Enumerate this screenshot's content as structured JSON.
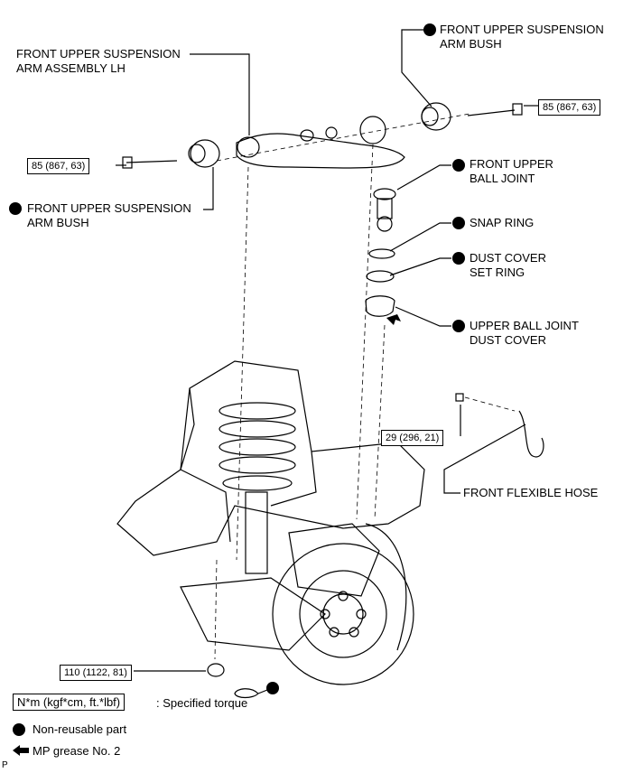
{
  "labels": {
    "arm_assembly": [
      "FRONT UPPER SUSPENSION",
      "ARM ASSEMBLY LH"
    ],
    "bush_right": [
      "FRONT UPPER SUSPENSION",
      "ARM BUSH"
    ],
    "bush_left": [
      "FRONT UPPER SUSPENSION",
      "ARM BUSH"
    ],
    "ball_joint": [
      "FRONT UPPER",
      "BALL JOINT"
    ],
    "snap_ring": "SNAP RING",
    "dust_cover_set_ring": [
      "DUST COVER",
      "SET RING"
    ],
    "upper_ball_joint_dust_cover": [
      "UPPER BALL JOINT",
      "DUST COVER"
    ],
    "flexible_hose": "FRONT FLEXIBLE HOSE"
  },
  "torques": {
    "left_bolt": "85 (867, 63)",
    "right_bolt": "85 (867, 63)",
    "hose_bolt": "29 (296, 21)",
    "nut": "110 (1122, 81)"
  },
  "legend": {
    "torque_unit": "N*m (kgf*cm, ft.*lbf)",
    "torque_text": ": Specified torque",
    "non_reusable": "Non-reusable part",
    "grease": "MP grease No. 2"
  },
  "corner_mark": "P"
}
